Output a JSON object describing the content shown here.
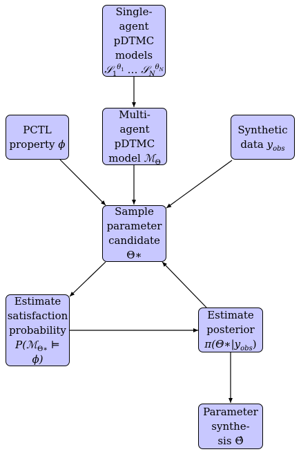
{
  "nodes": {
    "single_agent": {
      "lines": [
        "Single-",
        "agent",
        "pDTMC",
        "models"
      ],
      "formula": {
        "s": "𝒮",
        "sup1": "θ",
        "sup1sub": "1",
        "sub1": "1",
        "dots": " … ",
        "supN": "θ",
        "supNsub": "N",
        "subN": "N"
      }
    },
    "multi_agent": {
      "lines": [
        "Multi-",
        "agent",
        "pDTMC"
      ],
      "last_prefix": "model ",
      "last_symbol": "ℳ",
      "last_sub": "Θ"
    },
    "pctl": {
      "lines": [
        "PCTL"
      ],
      "last_prefix": "property ",
      "last_symbol": "ϕ"
    },
    "synthetic": {
      "lines": [
        "Synthetic"
      ],
      "last_prefix": "data ",
      "last_symbol": "y",
      "last_sub": "obs"
    },
    "sample": {
      "lines": [
        "Sample",
        "parameter",
        "candidate",
        "Θ∗"
      ]
    },
    "estimate_sat": {
      "lines": [
        "Estimate",
        "satisfaction",
        "probability"
      ],
      "formula_main": "P(ℳ",
      "formula_sub": "Θ∗",
      "formula_tail": " ⊨",
      "formula_line2": "ϕ)"
    },
    "estimate_post": {
      "lines": [
        "Estimate",
        "posterior"
      ],
      "formula_main": "π(Θ∗|y",
      "formula_sub": "obs",
      "formula_tail": ")"
    },
    "param_synth": {
      "lines": [
        "Parameter",
        "synthe-",
        "sis Θ̂"
      ]
    }
  },
  "edges": [
    "single_agent->multi_agent",
    "multi_agent->sample",
    "pctl->sample",
    "synthetic->sample",
    "sample->estimate_sat",
    "estimate_sat->estimate_post",
    "estimate_post->sample",
    "estimate_post->param_synth"
  ]
}
